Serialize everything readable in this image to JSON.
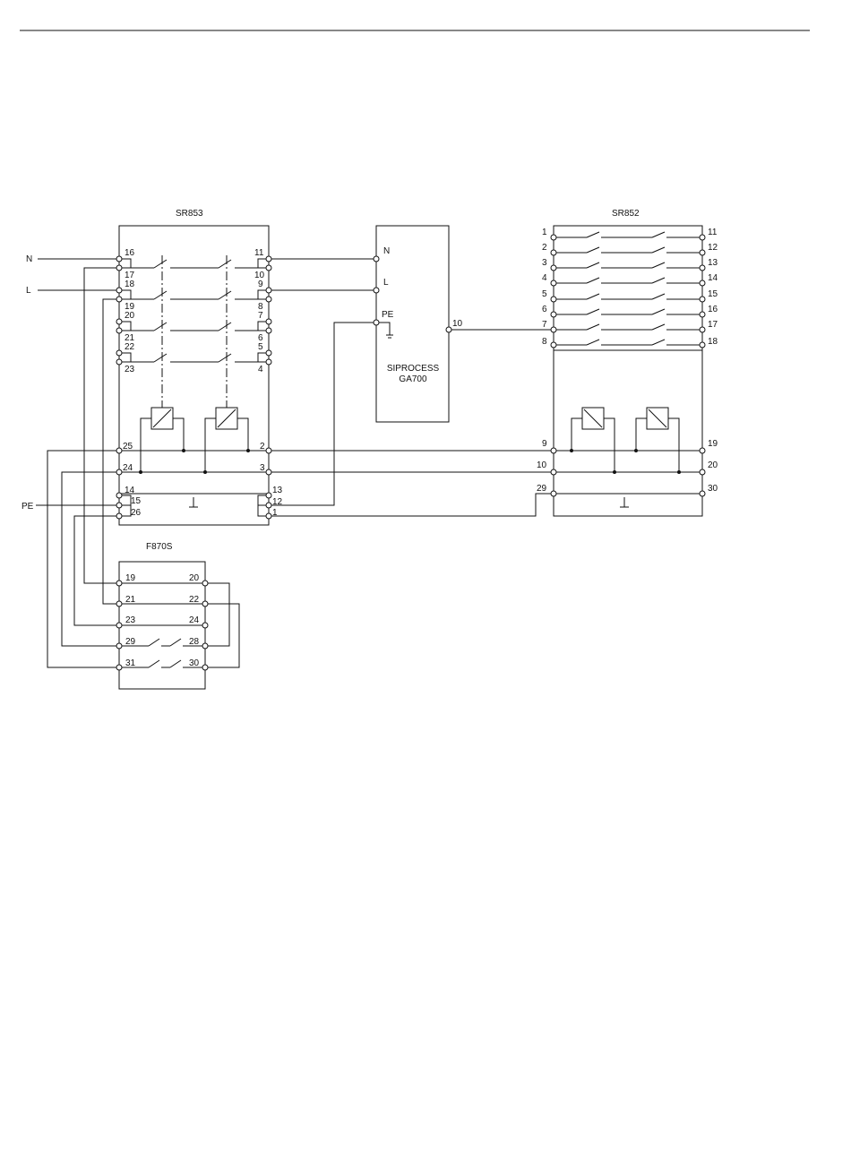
{
  "devices": {
    "sr853": "SR853",
    "sr852": "SR852",
    "f870s": "F870S",
    "siprocess_line1": "SIPROCESS",
    "siprocess_line2": "GA700"
  },
  "external": {
    "n": "N",
    "l": "L",
    "pe": "PE"
  },
  "siprocess_terminals": {
    "n": "N",
    "l": "L",
    "pe": "PE",
    "out": "10"
  },
  "sr853_left": [
    "16",
    "17",
    "18",
    "19",
    "20",
    "21",
    "22",
    "23",
    "25",
    "24",
    "14",
    "15",
    "26"
  ],
  "sr853_right": [
    "11",
    "10",
    "9",
    "8",
    "7",
    "6",
    "5",
    "4",
    "2",
    "3",
    "13",
    "12",
    "1"
  ],
  "sr852_left": [
    "1",
    "2",
    "3",
    "4",
    "5",
    "6",
    "7",
    "8",
    "9",
    "10",
    "29"
  ],
  "sr852_right": [
    "11",
    "12",
    "13",
    "14",
    "15",
    "16",
    "17",
    "18",
    "19",
    "20",
    "30"
  ],
  "f870s_left": [
    "19",
    "21",
    "23",
    "29",
    "31"
  ],
  "f870s_right": [
    "20",
    "22",
    "24",
    "28",
    "30"
  ]
}
